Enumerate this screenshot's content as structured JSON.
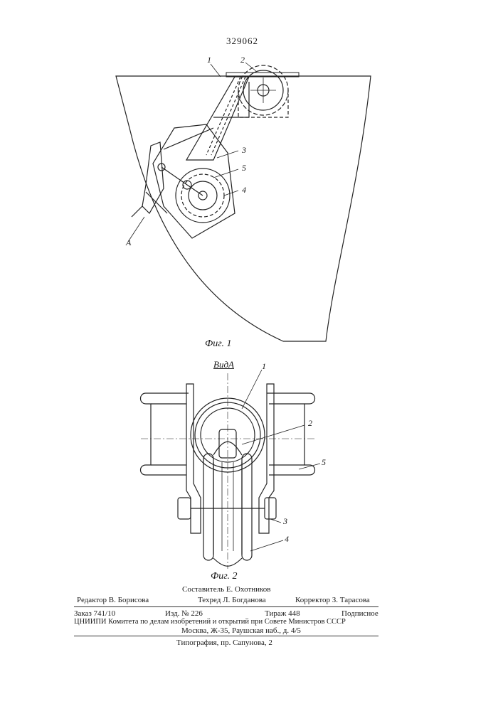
{
  "patent_number": "329062",
  "figure1": {
    "caption": "Фиг. 1",
    "labels": {
      "l1": "1",
      "l2": "2",
      "l3": "3",
      "l4": "4",
      "l5": "5",
      "lA": "A"
    }
  },
  "figure2": {
    "view_title": "ВидА",
    "caption": "Фиг. 2",
    "labels": {
      "l1": "1",
      "l2": "2",
      "l3": "3",
      "l4": "4",
      "l5": "5"
    }
  },
  "imprint": {
    "compiler": "Составитель Е. Охотников",
    "editor": "Редактор В. Борисова",
    "tech_editor": "Техред Л. Богданова",
    "corrector": "Корректор З. Тарасова",
    "order": "Заказ 741/10",
    "edition": "Изд. № 226",
    "circulation": "Тираж 448",
    "subscription": "Подписное",
    "committee": "ЦНИИПИ Комитета по делам изобретений и открытий при Совете Министров СССР",
    "address": "Москва, Ж-35, Раушская наб., д. 4/5",
    "printer": "Типография, пр. Сапунова, 2"
  }
}
